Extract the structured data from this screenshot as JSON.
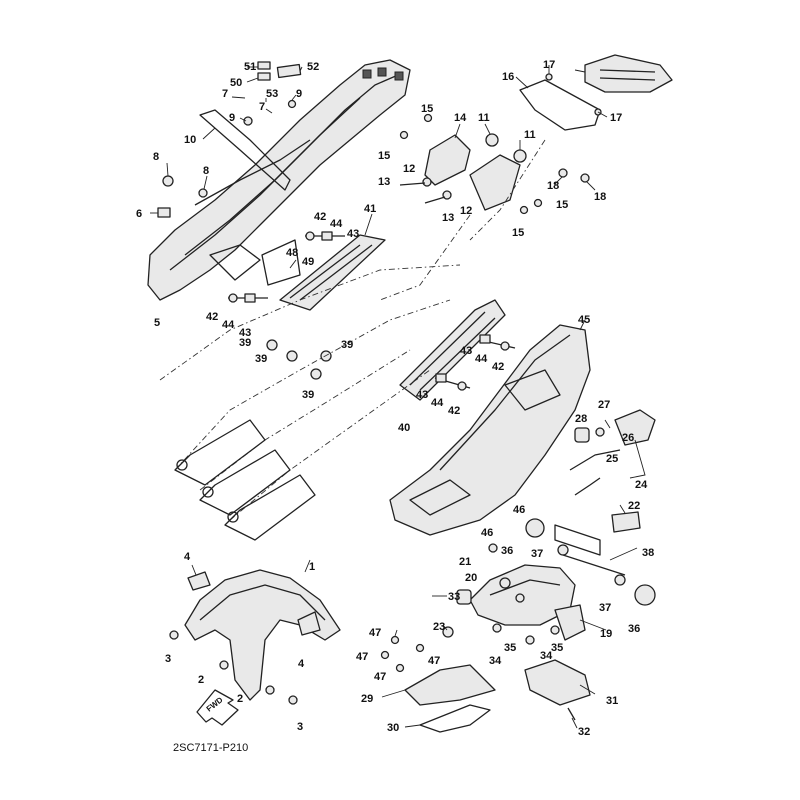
{
  "diagram": {
    "title": "Rear fender / frame exploded parts diagram",
    "code": "2SC7171-P210",
    "fwd_label": "FWD",
    "callouts": [
      {
        "id": "c51",
        "label": "51"
      },
      {
        "id": "c52",
        "label": "52"
      },
      {
        "id": "c50",
        "label": "50"
      },
      {
        "id": "c7a",
        "label": "7"
      },
      {
        "id": "c53",
        "label": "53"
      },
      {
        "id": "c9a",
        "label": "9"
      },
      {
        "id": "c7b",
        "label": "7"
      },
      {
        "id": "c9b",
        "label": "9"
      },
      {
        "id": "c10",
        "label": "10"
      },
      {
        "id": "c8a",
        "label": "8"
      },
      {
        "id": "c8b",
        "label": "8"
      },
      {
        "id": "c6",
        "label": "6"
      },
      {
        "id": "c5",
        "label": "5"
      },
      {
        "id": "c42a",
        "label": "42"
      },
      {
        "id": "c44a",
        "label": "44"
      },
      {
        "id": "c43a",
        "label": "43"
      },
      {
        "id": "c41",
        "label": "41"
      },
      {
        "id": "c48",
        "label": "48"
      },
      {
        "id": "c49",
        "label": "49"
      },
      {
        "id": "c42b",
        "label": "42"
      },
      {
        "id": "c44b",
        "label": "44"
      },
      {
        "id": "c43b",
        "label": "43"
      },
      {
        "id": "c39a",
        "label": "39"
      },
      {
        "id": "c39b",
        "label": "39"
      },
      {
        "id": "c39c",
        "label": "39"
      },
      {
        "id": "c39d",
        "label": "39"
      },
      {
        "id": "c15a",
        "label": "15"
      },
      {
        "id": "c14",
        "label": "14"
      },
      {
        "id": "c11a",
        "label": "11"
      },
      {
        "id": "c15b",
        "label": "15"
      },
      {
        "id": "c12a",
        "label": "12"
      },
      {
        "id": "c13a",
        "label": "13"
      },
      {
        "id": "c11b",
        "label": "11"
      },
      {
        "id": "c12b",
        "label": "12"
      },
      {
        "id": "c13b",
        "label": "13"
      },
      {
        "id": "c15c",
        "label": "15"
      },
      {
        "id": "c15d",
        "label": "15"
      },
      {
        "id": "c16",
        "label": "16"
      },
      {
        "id": "c17a",
        "label": "17"
      },
      {
        "id": "c17b",
        "label": "17"
      },
      {
        "id": "c18a",
        "label": "18"
      },
      {
        "id": "c18b",
        "label": "18"
      },
      {
        "id": "c45",
        "label": "45"
      },
      {
        "id": "c43c",
        "label": "43"
      },
      {
        "id": "c44c",
        "label": "44"
      },
      {
        "id": "c42c",
        "label": "42"
      },
      {
        "id": "c43d",
        "label": "43"
      },
      {
        "id": "c44d",
        "label": "44"
      },
      {
        "id": "c42d",
        "label": "42"
      },
      {
        "id": "c40",
        "label": "40"
      },
      {
        "id": "c28",
        "label": "28"
      },
      {
        "id": "c27",
        "label": "27"
      },
      {
        "id": "c26",
        "label": "26"
      },
      {
        "id": "c25",
        "label": "25"
      },
      {
        "id": "c24",
        "label": "24"
      },
      {
        "id": "c22",
        "label": "22"
      },
      {
        "id": "c46a",
        "label": "46"
      },
      {
        "id": "c46b",
        "label": "46"
      },
      {
        "id": "c36a",
        "label": "36"
      },
      {
        "id": "c37a",
        "label": "37"
      },
      {
        "id": "c38",
        "label": "38"
      },
      {
        "id": "c21",
        "label": "21"
      },
      {
        "id": "c20",
        "label": "20"
      },
      {
        "id": "c33",
        "label": "33"
      },
      {
        "id": "c37b",
        "label": "37"
      },
      {
        "id": "c36b",
        "label": "36"
      },
      {
        "id": "c23",
        "label": "23"
      },
      {
        "id": "c19",
        "label": "19"
      },
      {
        "id": "c35a",
        "label": "35"
      },
      {
        "id": "c35b",
        "label": "35"
      },
      {
        "id": "c34a",
        "label": "34"
      },
      {
        "id": "c34b",
        "label": "34"
      },
      {
        "id": "c47a",
        "label": "47"
      },
      {
        "id": "c47b",
        "label": "47"
      },
      {
        "id": "c47c",
        "label": "47"
      },
      {
        "id": "c47d",
        "label": "47"
      },
      {
        "id": "c29",
        "label": "29"
      },
      {
        "id": "c30",
        "label": "30"
      },
      {
        "id": "c31",
        "label": "31"
      },
      {
        "id": "c32",
        "label": "32"
      },
      {
        "id": "c4a",
        "label": "4"
      },
      {
        "id": "c1",
        "label": "1"
      },
      {
        "id": "c3a",
        "label": "3"
      },
      {
        "id": "c2a",
        "label": "2"
      },
      {
        "id": "c4b",
        "label": "4"
      },
      {
        "id": "c2b",
        "label": "2"
      },
      {
        "id": "c3b",
        "label": "3"
      }
    ]
  }
}
